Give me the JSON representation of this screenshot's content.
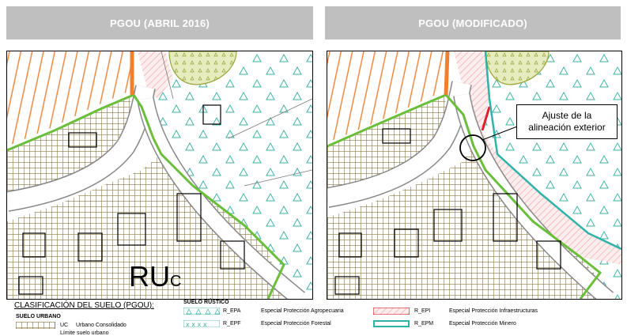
{
  "headers": {
    "left": "PGOU (ABRIL 2016)",
    "right": "PGOU (MODIFICADO)"
  },
  "map_left": {
    "zone_label": "RU",
    "zone_label_sub": "C"
  },
  "map_right": {
    "callout_line1": "Ajuste de la",
    "callout_line2": "alineación exterior"
  },
  "legend": {
    "title": "CLASIFICACIÓN DEL SUELO (PGOU):",
    "urbano_heading": "SUELO URBANO",
    "uc_code": "UC",
    "uc_label": "Urbano Consolidado",
    "limite_label": "Límite suelo urbano",
    "rustico_heading": "SUELO RÚSTICO",
    "items": [
      {
        "code": "R_EPA",
        "label": "Especial Protección Agropecuaria"
      },
      {
        "code": "R_EPF",
        "label": "Especial Protección Forestal"
      },
      {
        "code": "R_EPI",
        "label": "Especial Protección Infraestructuras"
      },
      {
        "code": "R_EPM",
        "label": "Especial Protección Minero"
      }
    ]
  },
  "colors": {
    "header_bg": "#bfbfbf",
    "urban_hatch": "#8c7a45",
    "urban_limit": "#6abf3a",
    "forest_symbol": "#3fb3a6",
    "agro_fill": "#e6ecbe",
    "infra_red": "#e0202a",
    "infra_hatch": "#f2aab0",
    "minero_line": "#2fb3a8",
    "orange_lines": "#f08030"
  }
}
